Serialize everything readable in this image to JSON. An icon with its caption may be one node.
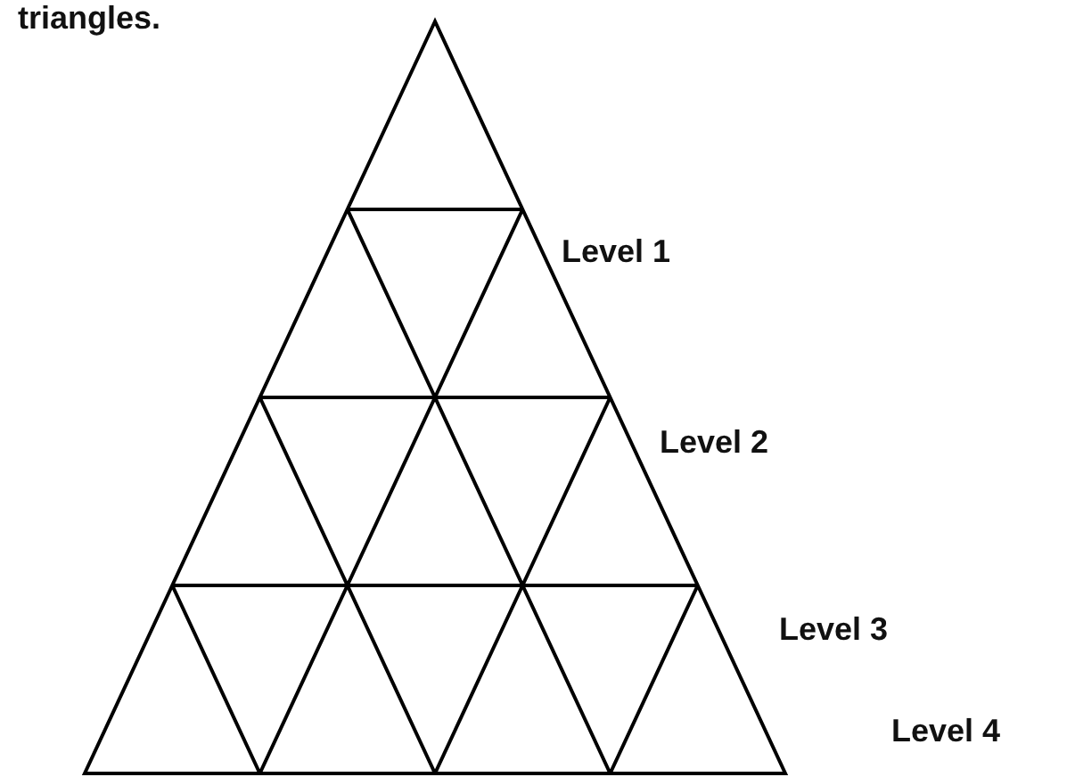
{
  "diagram": {
    "labels": [
      "triangles.",
      "Level 1",
      "Level 2",
      "Level 3",
      "Level 4"
    ]
  }
}
